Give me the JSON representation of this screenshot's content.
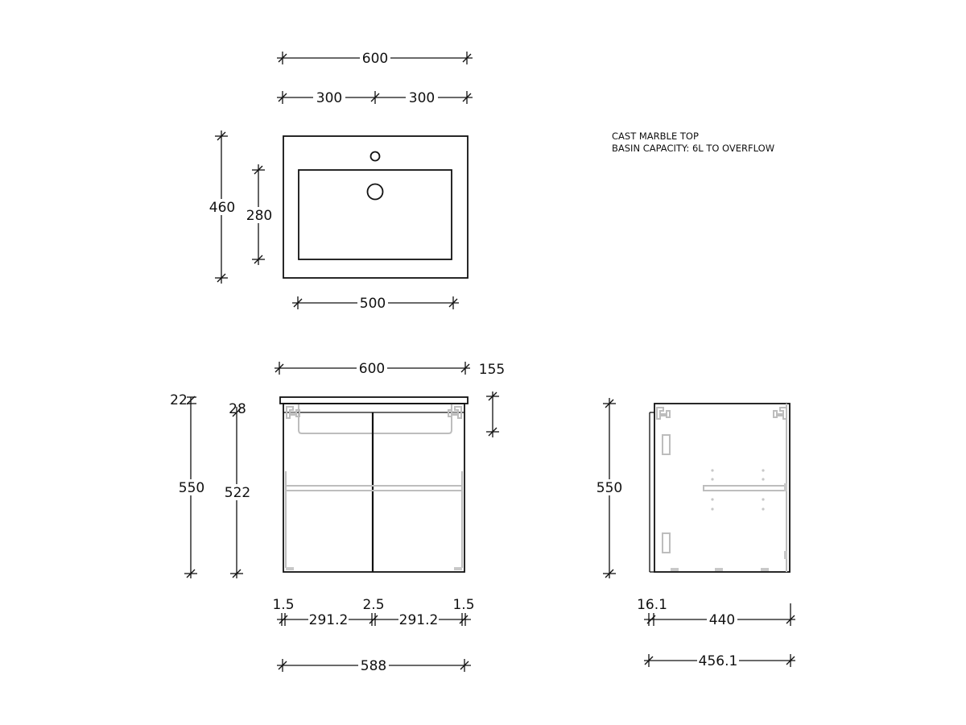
{
  "notes": {
    "line1": "CAST MARBLE TOP",
    "line2": "BASIN CAPACITY: 6L TO OVERFLOW"
  },
  "top_view": {
    "overall_width": "600",
    "half_left": "300",
    "half_right": "300",
    "depth": "460",
    "bowl_depth": "280",
    "bowl_width": "500"
  },
  "front_view": {
    "overall_width": "600",
    "top_height": "155",
    "top_thickness": "22",
    "gap_28": "28",
    "overall_height": "550",
    "body_height": "522",
    "gap_left": "1.5",
    "gap_mid": "2.5",
    "gap_right": "1.5",
    "door_left": "291.2",
    "door_right": "291.2",
    "body_width": "588"
  },
  "side_view": {
    "height": "550",
    "door_thickness": "16.1",
    "body_depth": "440",
    "overall_depth": "456.1"
  }
}
